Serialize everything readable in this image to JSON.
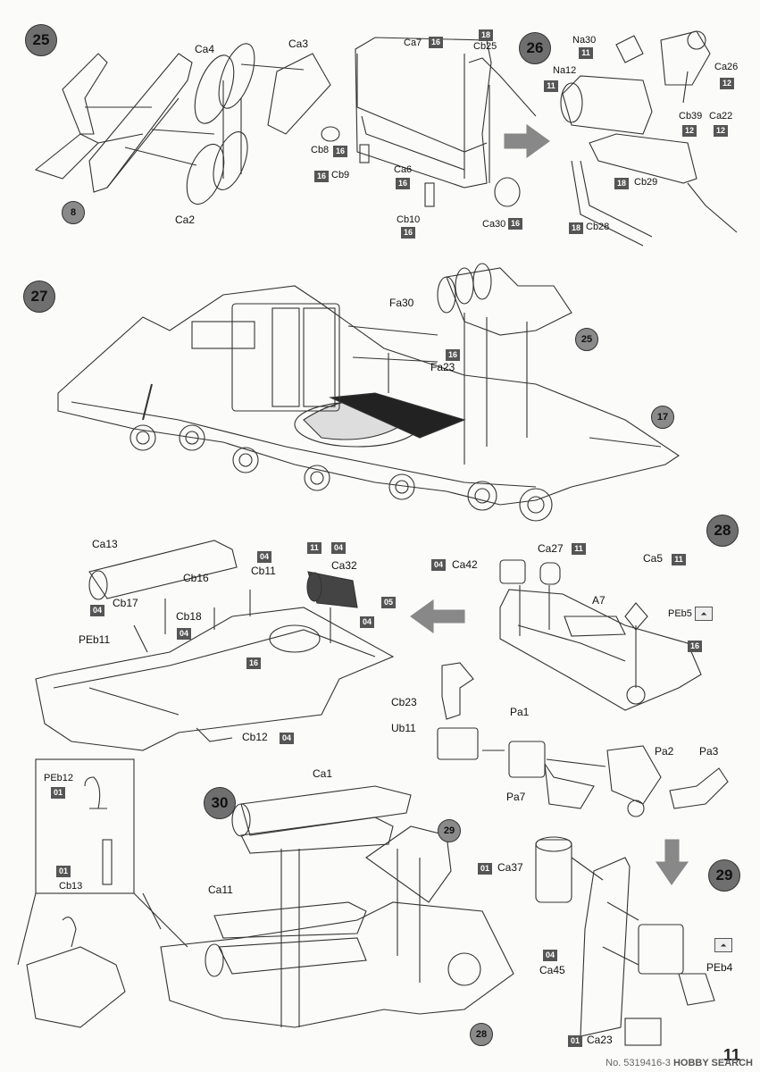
{
  "steps": {
    "s25": "25",
    "s26": "26",
    "s27": "27",
    "s28": "28",
    "s29": "29",
    "s30": "30"
  },
  "refs": {
    "r8": "8",
    "r25": "25",
    "r17": "17",
    "r28": "28",
    "r29": "29"
  },
  "labels": {
    "ca4": "Ca4",
    "ca3": "Ca3",
    "ca2": "Ca2",
    "ca7": "Ca7",
    "cb25": "Cb25",
    "cb8": "Cb8",
    "cb9": "Cb9",
    "ca6": "Ca6",
    "cb10": "Cb10",
    "ca30": "Ca30",
    "na30": "Na30",
    "na12": "Na12",
    "ca26": "Ca26",
    "cb39": "Cb39",
    "ca22": "Ca22",
    "cb29": "Cb29",
    "cb28": "Cb28",
    "fa30": "Fa30",
    "fa23": "Fa23",
    "ca13": "Ca13",
    "cb16": "Cb16",
    "cb11": "Cb11",
    "ca32": "Ca32",
    "cb17": "Cb17",
    "cb18": "Cb18",
    "peb11": "PEb11",
    "cb12": "Cb12",
    "ca42": "Ca42",
    "ca27": "Ca27",
    "ca5": "Ca5",
    "a7": "A7",
    "peb5": "PEb5",
    "cb23": "Cb23",
    "ub11": "Ub11",
    "pa1": "Pa1",
    "pa2": "Pa2",
    "pa3": "Pa3",
    "pa7": "Pa7",
    "peb12": "PEb12",
    "cb13": "Cb13",
    "ca1": "Ca1",
    "ca11": "Ca11",
    "ca37": "Ca37",
    "ca45": "Ca45",
    "peb4": "PEb4",
    "ca23": "Ca23"
  },
  "chips": {
    "c16": "16",
    "c18": "18",
    "c11": "11",
    "c12": "12",
    "c04": "04",
    "c05": "05",
    "c01": "01"
  },
  "page_number": "11",
  "watermark": {
    "id": "No. 5319416-3",
    "brand": "HOBBY SEARCH"
  }
}
